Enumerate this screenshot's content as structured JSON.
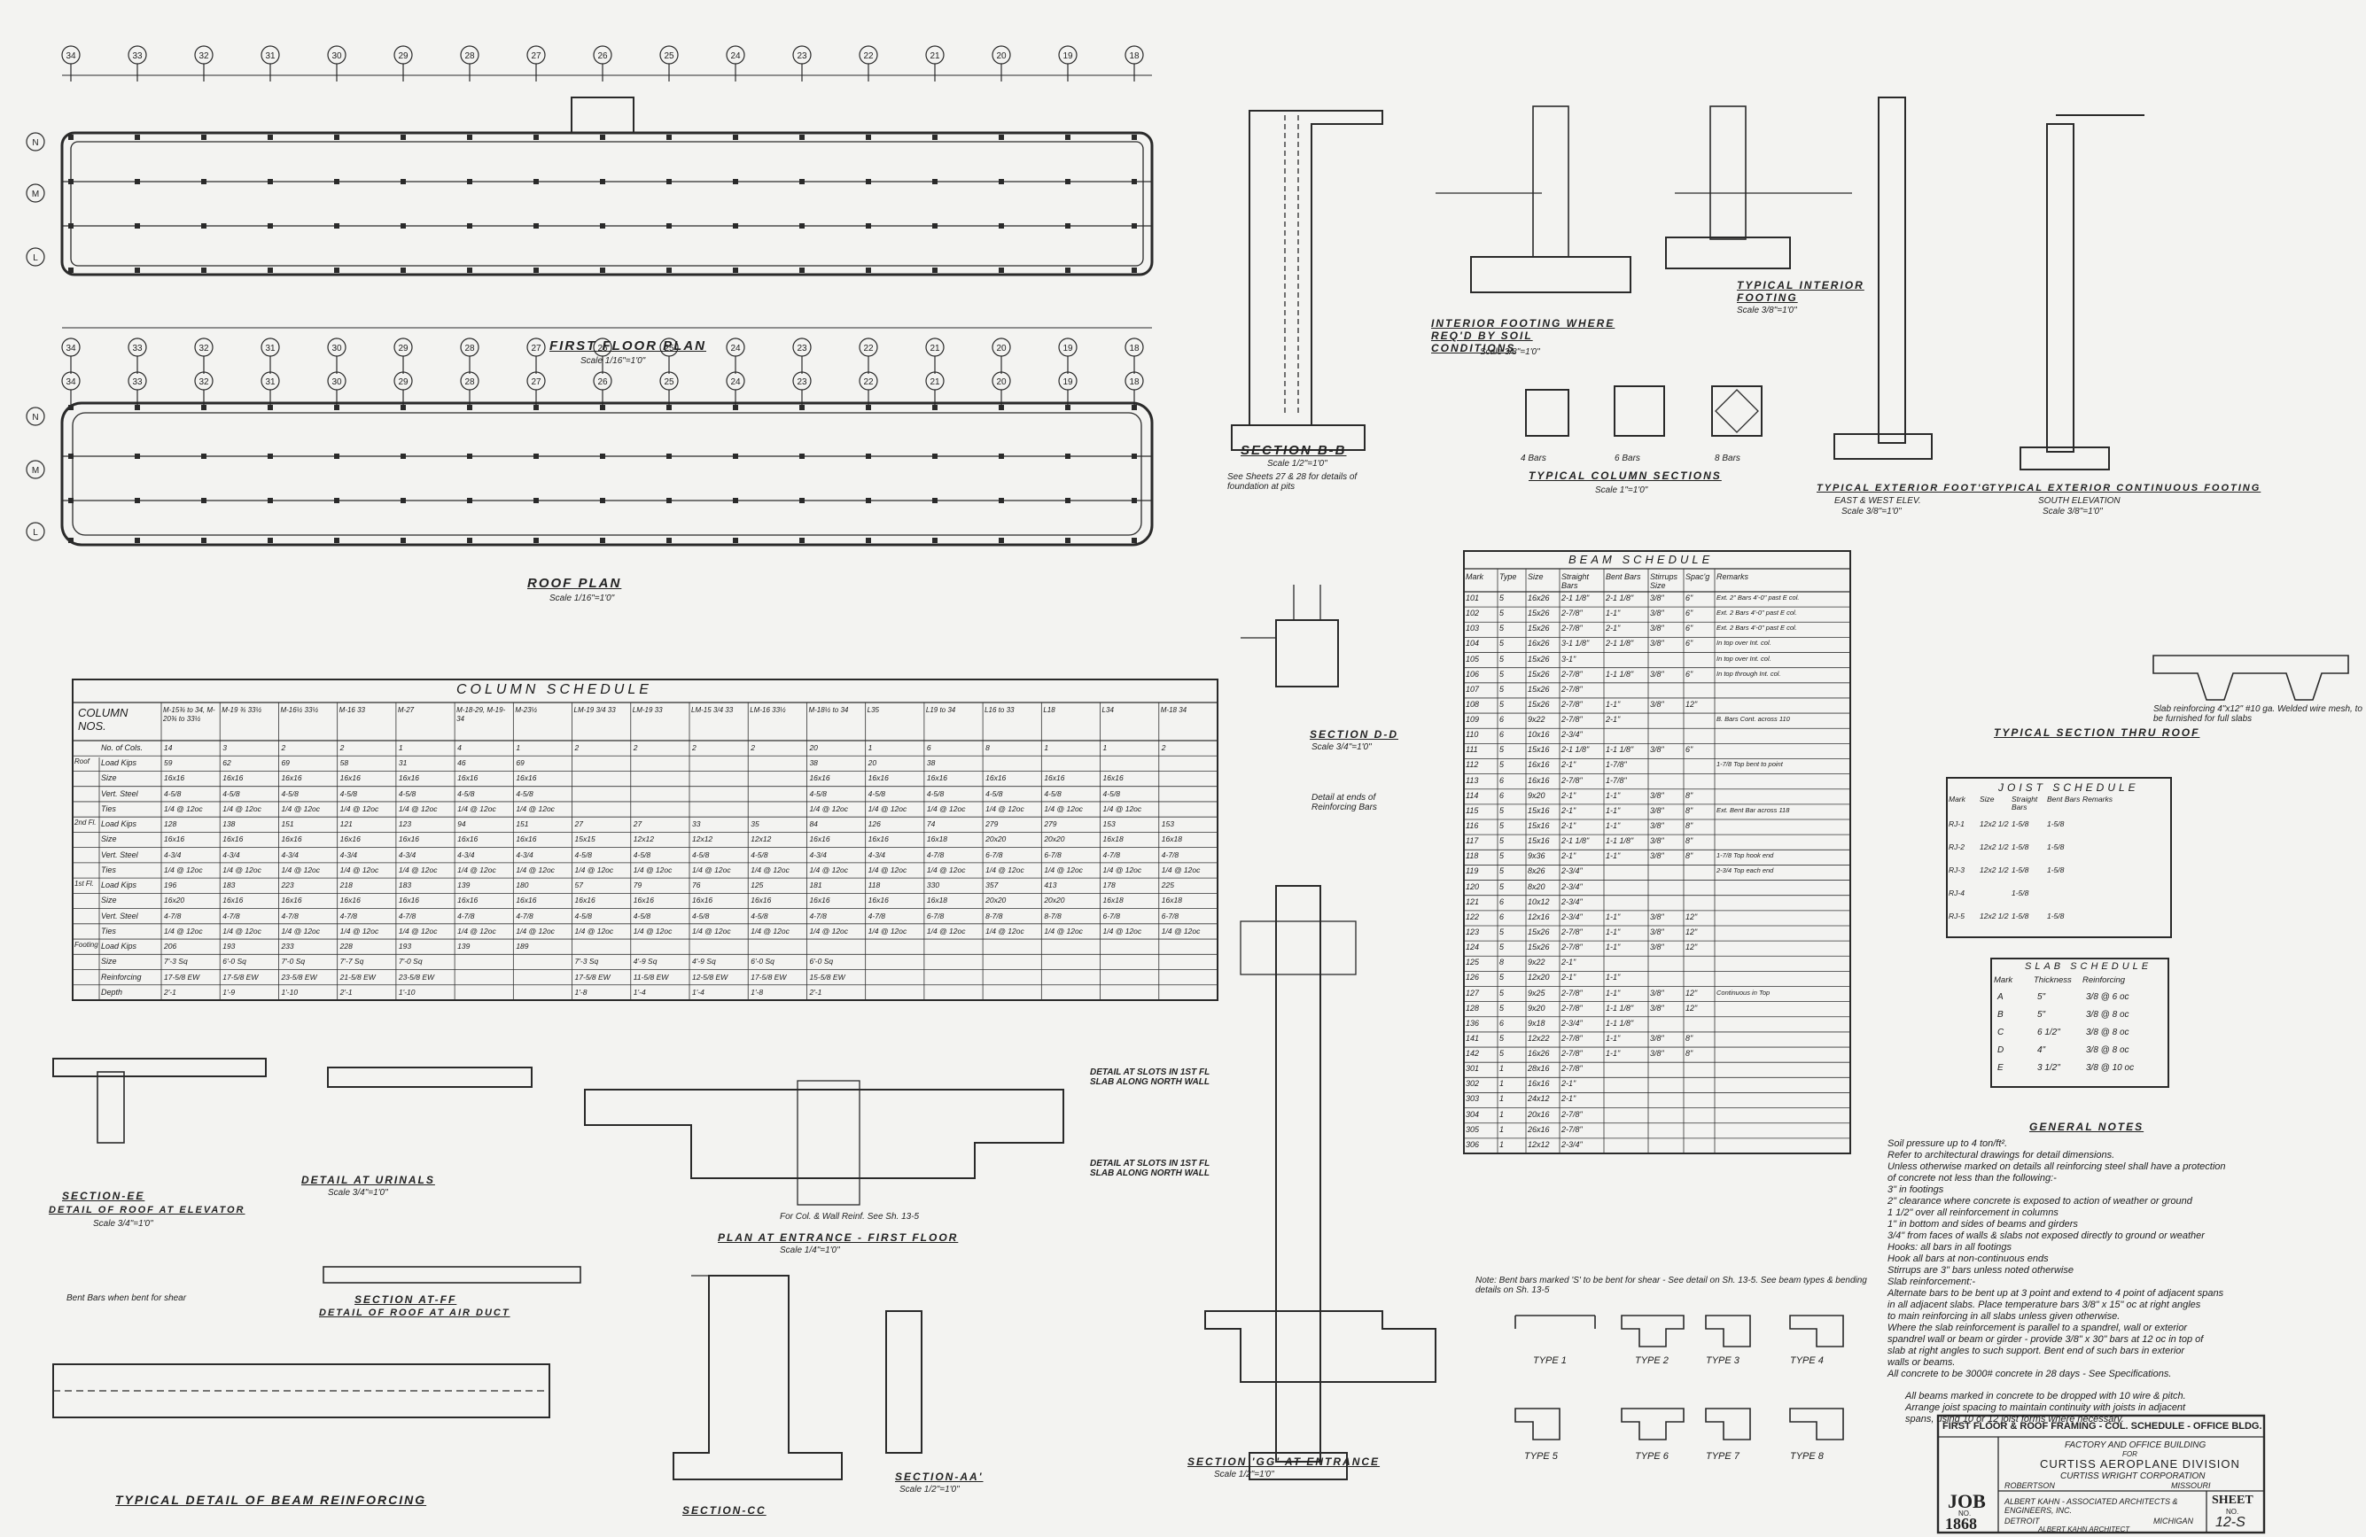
{
  "drawings": {
    "first_floor_plan": {
      "title": "FIRST FLOOR PLAN",
      "scale": "Scale 1/16\"=1'0\""
    },
    "roof_plan": {
      "title": "ROOF PLAN",
      "scale": "Scale 1/16\"=1'0\""
    },
    "section_bb": {
      "title": "SECTION B-B",
      "scale": "Scale 1/2\"=1'0\"",
      "note": "See Sheets 27 & 28 for details of foundation at pits"
    },
    "interior_footing": {
      "title": "INTERIOR FOOTING WHERE REQ'D BY SOIL CONDITIONS",
      "scale": "Scale 3/8\"=1'0\""
    },
    "typical_interior_footing": {
      "title": "TYPICAL INTERIOR FOOTING",
      "scale": "Scale 3/8\"=1'0\""
    },
    "typical_column_sections": {
      "title": "TYPICAL COLUMN SECTIONS",
      "scale": "Scale 1\"=1'0\"",
      "labels": [
        "4 Bars",
        "6 Bars",
        "8 Bars"
      ]
    },
    "typical_exterior_footing": {
      "title": "TYPICAL EXTERIOR FOOT'G",
      "sub": "EAST & WEST ELEV.",
      "scale": "Scale 3/8\"=1'0\""
    },
    "typical_exterior_continuous": {
      "title": "TYPICAL EXTERIOR CONTINUOUS FOOTING",
      "sub": "SOUTH ELEVATION",
      "scale": "Scale 3/8\"=1'0\""
    },
    "section_dd": {
      "title": "SECTION D-D",
      "scale": "Scale 3/4\"=1'0\""
    },
    "detail_ends": {
      "title": "Detail at ends of Reinforcing Bars"
    },
    "typical_section_roof": {
      "title": "TYPICAL SECTION THRU ROOF",
      "note": "Slab reinforcing 4\"x12\" #10 ga. Welded wire mesh, to be furnished for full slabs"
    },
    "section_ee": {
      "title": "SECTION-EE",
      "sub": "DETAIL OF ROOF AT ELEVATOR",
      "scale": "Scale 3/4\"=1'0\""
    },
    "detail_urinals": {
      "title": "DETAIL AT URINALS",
      "scale": "Scale 3/4\"=1'0\""
    },
    "section_ff": {
      "title": "SECTION AT-FF",
      "sub": "DETAIL OF ROOF AT AIR DUCT"
    },
    "plan_entrance": {
      "title": "PLAN AT ENTRANCE - FIRST FLOOR",
      "scale": "Scale 1/4\"=1'0\"",
      "note": "For Col. & Wall Reinf. See Sh. 13-5"
    },
    "detail_slots_1": {
      "title": "DETAIL AT SLOTS IN 1ST FL SLAB ALONG NORTH WALL"
    },
    "detail_slots_2": {
      "title": "DETAIL AT SLOTS IN 1ST FL SLAB ALONG NORTH WALL"
    },
    "section_gg": {
      "title": "SECTION 'GG' AT ENTRANCE",
      "scale": "Scale 1/2\"=1'0\""
    },
    "section_cc": {
      "title": "SECTION-CC"
    },
    "section_aa": {
      "title": "SECTION-AA'",
      "scale": "Scale 1/2\"=1'0\""
    },
    "typical_beam": {
      "title": "TYPICAL DETAIL OF BEAM REINFORCING"
    },
    "bent_bars_note": "Bent Bars when bent for shear"
  },
  "column_schedule": {
    "title": "COLUMN SCHEDULE",
    "corner": "COLUMN NOS.",
    "col_heads": [
      "M-15¾ to 34, M-20¾ to 33½",
      "M-19 ¾ 33½",
      "M-16½ 33½",
      "M-16 33",
      "M-27",
      "M-18-29, M-19-34",
      "M-23½",
      "LM-19 3/4 33",
      "LM-19 33",
      "LM-15 3/4 33",
      "LM-16 33½",
      "M-18½ to 34",
      "L35",
      "L19 to 34",
      "L16 to 33",
      "L18",
      "L34",
      "M-18 34"
    ],
    "rows": [
      {
        "group": "",
        "label": "No. of Cols.",
        "vals": [
          "14",
          "3",
          "2",
          "2",
          "1",
          "4",
          "1",
          "2",
          "2",
          "2",
          "2",
          "20",
          "1",
          "6",
          "8",
          "1",
          "1",
          "2"
        ]
      },
      {
        "group": "Roof",
        "label": "Load Kips",
        "vals": [
          "59",
          "62",
          "69",
          "58",
          "31",
          "46",
          "69",
          "",
          "",
          "",
          "",
          "38",
          "20",
          "38",
          "",
          "",
          "",
          ""
        ]
      },
      {
        "group": "Roof",
        "label": "Size",
        "vals": [
          "16x16",
          "16x16",
          "16x16",
          "16x16",
          "16x16",
          "16x16",
          "16x16",
          "",
          "",
          "",
          "",
          "16x16",
          "16x16",
          "16x16",
          "16x16",
          "16x16",
          "16x16",
          ""
        ]
      },
      {
        "group": "Roof",
        "label": "Vert. Steel",
        "vals": [
          "4-5/8",
          "4-5/8",
          "4-5/8",
          "4-5/8",
          "4-5/8",
          "4-5/8",
          "4-5/8",
          "",
          "",
          "",
          "",
          "4-5/8",
          "4-5/8",
          "4-5/8",
          "4-5/8",
          "4-5/8",
          "4-5/8",
          ""
        ]
      },
      {
        "group": "Roof",
        "label": "Ties",
        "vals": [
          "1/4 @ 12oc",
          "1/4 @ 12oc",
          "1/4 @ 12oc",
          "1/4 @ 12oc",
          "1/4 @ 12oc",
          "1/4 @ 12oc",
          "1/4 @ 12oc",
          "",
          "",
          "",
          "",
          "1/4 @ 12oc",
          "1/4 @ 12oc",
          "1/4 @ 12oc",
          "1/4 @ 12oc",
          "1/4 @ 12oc",
          "1/4 @ 12oc",
          ""
        ]
      },
      {
        "group": "2nd Fl.",
        "label": "Load Kips",
        "vals": [
          "128",
          "138",
          "151",
          "121",
          "123",
          "94",
          "151",
          "27",
          "27",
          "33",
          "35",
          "84",
          "126",
          "74",
          "279",
          "279",
          "153",
          "153"
        ]
      },
      {
        "group": "2nd Fl.",
        "label": "Size",
        "vals": [
          "16x16",
          "16x16",
          "16x16",
          "16x16",
          "16x16",
          "16x16",
          "16x16",
          "15x15",
          "12x12",
          "12x12",
          "12x12",
          "16x16",
          "16x16",
          "16x18",
          "20x20",
          "20x20",
          "16x18",
          "16x18"
        ]
      },
      {
        "group": "2nd Fl.",
        "label": "Vert. Steel",
        "vals": [
          "4-3/4",
          "4-3/4",
          "4-3/4",
          "4-3/4",
          "4-3/4",
          "4-3/4",
          "4-3/4",
          "4-5/8",
          "4-5/8",
          "4-5/8",
          "4-5/8",
          "4-3/4",
          "4-3/4",
          "4-7/8",
          "6-7/8",
          "6-7/8",
          "4-7/8",
          "4-7/8"
        ]
      },
      {
        "group": "2nd Fl.",
        "label": "Ties",
        "vals": [
          "1/4 @ 12oc",
          "1/4 @ 12oc",
          "1/4 @ 12oc",
          "1/4 @ 12oc",
          "1/4 @ 12oc",
          "1/4 @ 12oc",
          "1/4 @ 12oc",
          "1/4 @ 12oc",
          "1/4 @ 12oc",
          "1/4 @ 12oc",
          "1/4 @ 12oc",
          "1/4 @ 12oc",
          "1/4 @ 12oc",
          "1/4 @ 12oc",
          "1/4 @ 12oc",
          "1/4 @ 12oc",
          "1/4 @ 12oc",
          "1/4 @ 12oc"
        ]
      },
      {
        "group": "1st Fl.",
        "label": "Load Kips",
        "vals": [
          "196",
          "183",
          "223",
          "218",
          "183",
          "139",
          "180",
          "57",
          "79",
          "76",
          "125",
          "181",
          "118",
          "330",
          "357",
          "413",
          "178",
          "225"
        ]
      },
      {
        "group": "1st Fl.",
        "label": "Size",
        "vals": [
          "16x20",
          "16x16",
          "16x16",
          "16x16",
          "16x16",
          "16x16",
          "16x16",
          "16x16",
          "16x16",
          "16x16",
          "16x16",
          "16x16",
          "16x16",
          "16x18",
          "20x20",
          "20x20",
          "16x18",
          "16x18"
        ]
      },
      {
        "group": "1st Fl.",
        "label": "Vert. Steel",
        "vals": [
          "4-7/8",
          "4-7/8",
          "4-7/8",
          "4-7/8",
          "4-7/8",
          "4-7/8",
          "4-7/8",
          "4-5/8",
          "4-5/8",
          "4-5/8",
          "4-5/8",
          "4-7/8",
          "4-7/8",
          "6-7/8",
          "8-7/8",
          "8-7/8",
          "6-7/8",
          "6-7/8"
        ]
      },
      {
        "group": "1st Fl.",
        "label": "Ties",
        "vals": [
          "1/4 @ 12oc",
          "1/4 @ 12oc",
          "1/4 @ 12oc",
          "1/4 @ 12oc",
          "1/4 @ 12oc",
          "1/4 @ 12oc",
          "1/4 @ 12oc",
          "1/4 @ 12oc",
          "1/4 @ 12oc",
          "1/4 @ 12oc",
          "1/4 @ 12oc",
          "1/4 @ 12oc",
          "1/4 @ 12oc",
          "1/4 @ 12oc",
          "1/4 @ 12oc",
          "1/4 @ 12oc",
          "1/4 @ 12oc",
          "1/4 @ 12oc"
        ]
      },
      {
        "group": "Footing",
        "label": "Load Kips",
        "vals": [
          "206",
          "193",
          "233",
          "228",
          "193",
          "139",
          "189",
          "",
          "",
          "",
          "",
          "",
          "",
          "",
          "",
          "",
          "",
          ""
        ]
      },
      {
        "group": "Footing",
        "label": "Size",
        "vals": [
          "7'-3 Sq",
          "6'-0 Sq",
          "7'-0 Sq",
          "7'-7 Sq",
          "7'-0 Sq",
          "",
          "",
          "7'-3 Sq",
          "4'-9 Sq",
          "4'-9 Sq",
          "6'-0 Sq",
          "6'-0 Sq",
          "",
          "",
          "",
          "",
          "",
          ""
        ]
      },
      {
        "group": "Footing",
        "label": "Reinforcing",
        "vals": [
          "17-5/8 EW",
          "17-5/8 EW",
          "23-5/8 EW",
          "21-5/8 EW",
          "23-5/8 EW",
          "",
          "",
          "17-5/8 EW",
          "11-5/8 EW",
          "12-5/8 EW",
          "17-5/8 EW",
          "15-5/8 EW",
          "",
          "",
          "",
          "",
          "",
          ""
        ]
      },
      {
        "group": "Footing",
        "label": "Depth",
        "vals": [
          "2'-1",
          "1'-9",
          "1'-10",
          "2'-1",
          "1'-10",
          "",
          "",
          "1'-8",
          "1'-4",
          "1'-4",
          "1'-8",
          "2'-1",
          "",
          "",
          "",
          "",
          "",
          ""
        ]
      }
    ]
  },
  "beam_schedule": {
    "title": "BEAM SCHEDULE",
    "heads": [
      "Mark",
      "Type",
      "Size",
      "Straight Bars",
      "Bent Bars",
      "Stirrups Size",
      "Spac'g",
      "Remarks"
    ],
    "rows": [
      [
        "101",
        "5",
        "16x26",
        "2-1 1/8\"",
        "2-1 1/8\"",
        "3/8\"",
        "6\"",
        "Ext. 2\" Bars 4'-0\" past E col."
      ],
      [
        "102",
        "5",
        "15x26",
        "2-7/8\"",
        "1-1\"",
        "3/8\"",
        "6\"",
        "Ext. 2 Bars 4'-0\" past E col."
      ],
      [
        "103",
        "5",
        "15x26",
        "2-7/8\"",
        "2-1\"",
        "3/8\"",
        "6\"",
        "Ext. 2 Bars 4'-0\" past E col."
      ],
      [
        "104",
        "5",
        "16x26",
        "3-1 1/8\"",
        "2-1 1/8\"",
        "3/8\"",
        "6\"",
        "In top over Int. col."
      ],
      [
        "105",
        "5",
        "15x26",
        "3-1\"",
        "",
        "",
        "",
        "In top over Int. col."
      ],
      [
        "106",
        "5",
        "15x26",
        "2-7/8\"",
        "1-1 1/8\"",
        "3/8\"",
        "6\"",
        "In top through Int. col."
      ],
      [
        "107",
        "5",
        "15x26",
        "2-7/8\"",
        "",
        "",
        "",
        ""
      ],
      [
        "108",
        "5",
        "15x26",
        "2-7/8\"",
        "1-1\"",
        "3/8\"",
        "12\"",
        ""
      ],
      [
        "109",
        "6",
        "9x22",
        "2-7/8\"",
        "2-1\"",
        "",
        "",
        "B. Bars Cont. across 110"
      ],
      [
        "110",
        "6",
        "10x16",
        "2-3/4\"",
        "",
        "",
        "",
        ""
      ],
      [
        "111",
        "5",
        "15x16",
        "2-1 1/8\"",
        "1-1 1/8\"",
        "3/8\"",
        "6\"",
        ""
      ],
      [
        "112",
        "5",
        "16x16",
        "2-1\"",
        "1-7/8\"",
        "",
        "",
        "1-7/8 Top bent to point"
      ],
      [
        "113",
        "6",
        "16x16",
        "2-7/8\"",
        "1-7/8\"",
        "",
        "",
        ""
      ],
      [
        "114",
        "6",
        "9x20",
        "2-1\"",
        "1-1\"",
        "3/8\"",
        "8\"",
        ""
      ],
      [
        "115",
        "5",
        "15x16",
        "2-1\"",
        "1-1\"",
        "3/8\"",
        "8\"",
        "Ext. Bent Bar across 118"
      ],
      [
        "116",
        "5",
        "15x16",
        "2-1\"",
        "1-1\"",
        "3/8\"",
        "8\"",
        ""
      ],
      [
        "117",
        "5",
        "15x16",
        "2-1 1/8\"",
        "1-1 1/8\"",
        "3/8\"",
        "8\"",
        ""
      ],
      [
        "118",
        "5",
        "9x36",
        "2-1\"",
        "1-1\"",
        "3/8\"",
        "8\"",
        "1-7/8 Top hook end"
      ],
      [
        "119",
        "5",
        "8x26",
        "2-3/4\"",
        "",
        "",
        "",
        "2-3/4 Top each end"
      ],
      [
        "120",
        "5",
        "8x20",
        "2-3/4\"",
        "",
        "",
        "",
        ""
      ],
      [
        "121",
        "6",
        "10x12",
        "2-3/4\"",
        "",
        "",
        "",
        ""
      ],
      [
        "122",
        "6",
        "12x16",
        "2-3/4\"",
        "1-1\"",
        "3/8\"",
        "12\"",
        ""
      ],
      [
        "123",
        "5",
        "15x26",
        "2-7/8\"",
        "1-1\"",
        "3/8\"",
        "12\"",
        ""
      ],
      [
        "124",
        "5",
        "15x26",
        "2-7/8\"",
        "1-1\"",
        "3/8\"",
        "12\"",
        ""
      ],
      [
        "125",
        "8",
        "9x22",
        "2-1\"",
        "",
        "",
        "",
        ""
      ],
      [
        "126",
        "5",
        "12x20",
        "2-1\"",
        "1-1\"",
        "",
        "",
        ""
      ],
      [
        "127",
        "5",
        "9x25",
        "2-7/8\"",
        "1-1\"",
        "3/8\"",
        "12\"",
        "Continuous in Top"
      ],
      [
        "128",
        "5",
        "9x20",
        "2-7/8\"",
        "1-1 1/8\"",
        "3/8\"",
        "12\"",
        ""
      ],
      [
        "136",
        "6",
        "9x18",
        "2-3/4\"",
        "1-1 1/8\"",
        "",
        "",
        ""
      ],
      [
        "141",
        "5",
        "12x22",
        "2-7/8\"",
        "1-1\"",
        "3/8\"",
        "8\"",
        ""
      ],
      [
        "142",
        "5",
        "16x26",
        "2-7/8\"",
        "1-1\"",
        "3/8\"",
        "8\"",
        ""
      ],
      [
        "301",
        "1",
        "28x16",
        "2-7/8\"",
        "",
        "",
        "",
        ""
      ],
      [
        "302",
        "1",
        "16x16",
        "2-1\"",
        "",
        "",
        "",
        ""
      ],
      [
        "303",
        "1",
        "24x12",
        "2-1\"",
        "",
        "",
        "",
        ""
      ],
      [
        "304",
        "1",
        "20x16",
        "2-7/8\"",
        "",
        "",
        "",
        ""
      ],
      [
        "305",
        "1",
        "26x16",
        "2-7/8\"",
        "",
        "",
        "",
        ""
      ],
      [
        "306",
        "1",
        "12x12",
        "2-3/4\"",
        "",
        "",
        "",
        ""
      ]
    ],
    "note": "Note: Bent bars marked 'S' to be bent for shear - See detail on Sh. 13-5. See beam types & bending details on Sh. 13-5",
    "types": [
      "TYPE 1",
      "TYPE 2",
      "TYPE 3",
      "TYPE 4",
      "TYPE 5",
      "TYPE 6",
      "TYPE 7",
      "TYPE 8"
    ]
  },
  "joist_schedule": {
    "title": "JOIST SCHEDULE",
    "heads": [
      "Mark",
      "Size",
      "Straight Bars",
      "Bent Bars",
      "Remarks"
    ],
    "rows": [
      [
        "RJ-1",
        "12x2 1/2",
        "1-5/8",
        "1-5/8",
        ""
      ],
      [
        "RJ-2",
        "12x2 1/2",
        "1-5/8",
        "1-5/8",
        ""
      ],
      [
        "RJ-3",
        "12x2 1/2",
        "1-5/8",
        "1-5/8",
        ""
      ],
      [
        "RJ-4",
        "",
        "1-5/8",
        "",
        ""
      ],
      [
        "RJ-5",
        "12x2 1/2",
        "1-5/8",
        "1-5/8",
        ""
      ]
    ]
  },
  "slab_schedule": {
    "title": "SLAB SCHEDULE",
    "heads": [
      "Mark",
      "Thickness",
      "Reinforcing"
    ],
    "rows": [
      [
        "A",
        "5\"",
        "3/8 @ 6 oc"
      ],
      [
        "B",
        "5\"",
        "3/8 @ 8 oc"
      ],
      [
        "C",
        "6 1/2\"",
        "3/8 @ 8 oc"
      ],
      [
        "D",
        "4\"",
        "3/8 @ 8 oc"
      ],
      [
        "E",
        "3 1/2\"",
        "3/8 @ 10 oc"
      ]
    ]
  },
  "general_notes": {
    "title": "GENERAL NOTES",
    "lines": [
      "Soil pressure up to 4 ton/ft².",
      "Refer to architectural drawings for detail dimensions.",
      "Unless otherwise marked on details all reinforcing steel shall have a protection",
      "of concrete not less than the following:-",
      "3\" in footings",
      "2\" clearance where concrete is exposed to action of weather or ground",
      "1 1/2\" over all reinforcement in columns",
      "1\" in bottom and sides of beams and girders",
      "3/4\" from faces of walls & slabs not exposed directly to ground or weather",
      "Hooks: all bars in all footings",
      "Hook all bars at non-continuous ends",
      "Stirrups are 3\" bars unless noted otherwise",
      "Slab reinforcement:-",
      "Alternate bars to be bent up at 3 point and extend to 4 point of adjacent spans",
      "in all adjacent slabs. Place temperature bars 3/8\" x 15\" oc at right angles",
      "to main reinforcing in all slabs unless given otherwise.",
      "Where the slab reinforcement is parallel to a spandrel, wall or exterior",
      "spandrel wall or beam or girder - provide 3/8\" x 30\" bars at 12 oc in top of",
      "slab at right angles to such support. Bent end of such bars in exterior",
      "walls or beams.",
      "All concrete to be 3000# concrete in 28 days - See Specifications."
    ],
    "extra": [
      "All beams marked in concrete to be dropped with 10 wire & pitch.",
      "Arrange joist spacing to maintain continuity with joists in adjacent",
      "spans, using 10 or 12 joist forms where necessary."
    ]
  },
  "title_block": {
    "sheet_title": "FIRST FLOOR & ROOF FRAMING - COL. SCHEDULE - OFFICE BLDG.",
    "project": "FACTORY AND OFFICE BUILDING",
    "for": "FOR",
    "client": "CURTISS AEROPLANE DIVISION",
    "client2": "CURTISS WRIGHT CORPORATION",
    "location": "ROBERTSON",
    "state": "MISSOURI",
    "architect": "ALBERT KAHN - ASSOCIATED ARCHITECTS & ENGINEERS, INC.",
    "city": "DETROIT",
    "state2": "MICHIGAN",
    "architect2": "ALBERT KAHN  ARCHITECT",
    "job_label": "JOB",
    "job_no_label": "NO.",
    "job_no": "1868",
    "sheet_label": "SHEET",
    "sheet_no_label": "NO.",
    "sheet_no": "12-S"
  },
  "grid_top": [
    "34",
    "33",
    "32",
    "31",
    "30",
    "29",
    "28",
    "27",
    "26",
    "25",
    "24",
    "23",
    "22",
    "21",
    "20",
    "19",
    "18"
  ],
  "grid_side": [
    "N",
    "M",
    "L"
  ]
}
